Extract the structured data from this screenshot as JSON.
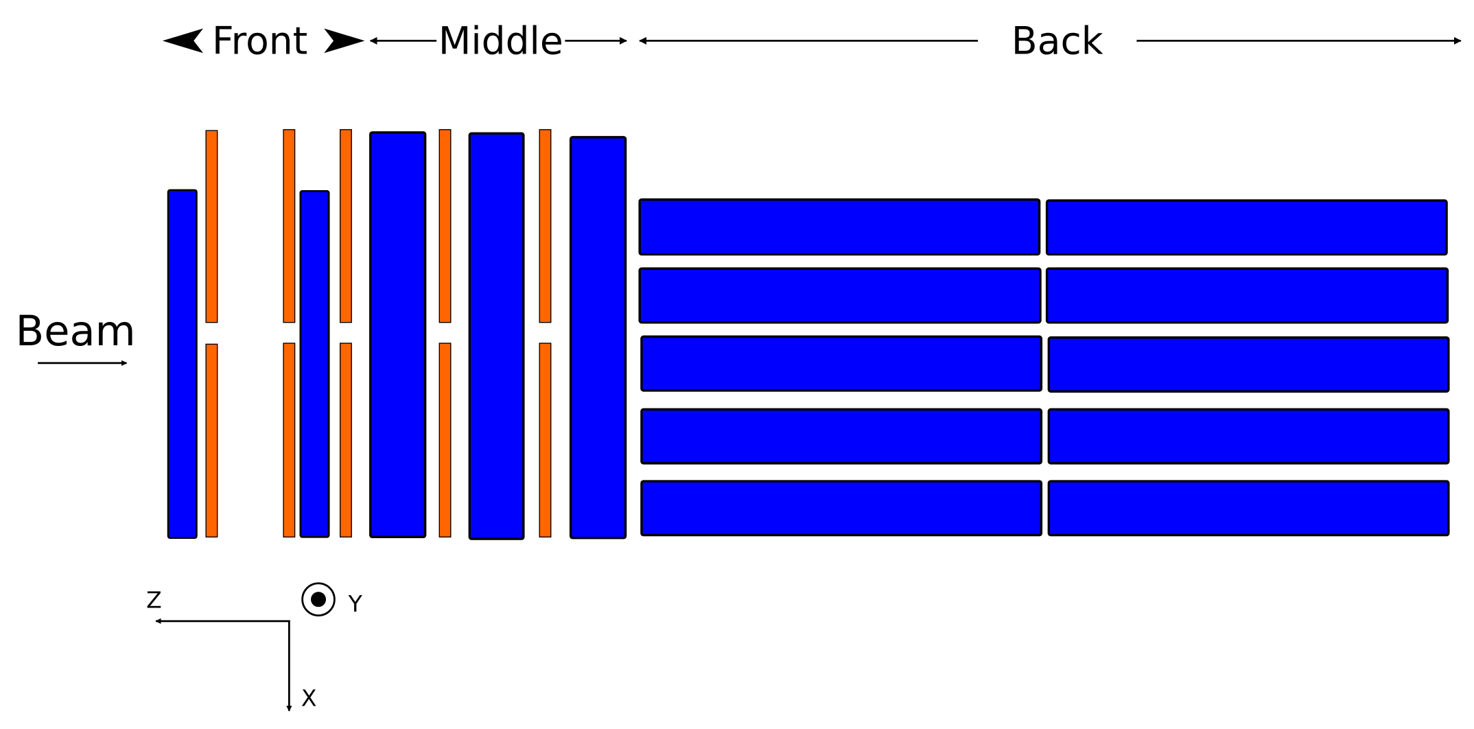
{
  "sections": {
    "front": "Front",
    "middle": "Middle",
    "back": "Back"
  },
  "beam": {
    "label": "Beam"
  },
  "axes": {
    "z": "Z",
    "y": "Y",
    "x": "X"
  },
  "colors": {
    "calorimeter_block": "#0000ff",
    "tracker_plane": "#ff6600",
    "outline": "#000000",
    "background": "#ffffff"
  }
}
